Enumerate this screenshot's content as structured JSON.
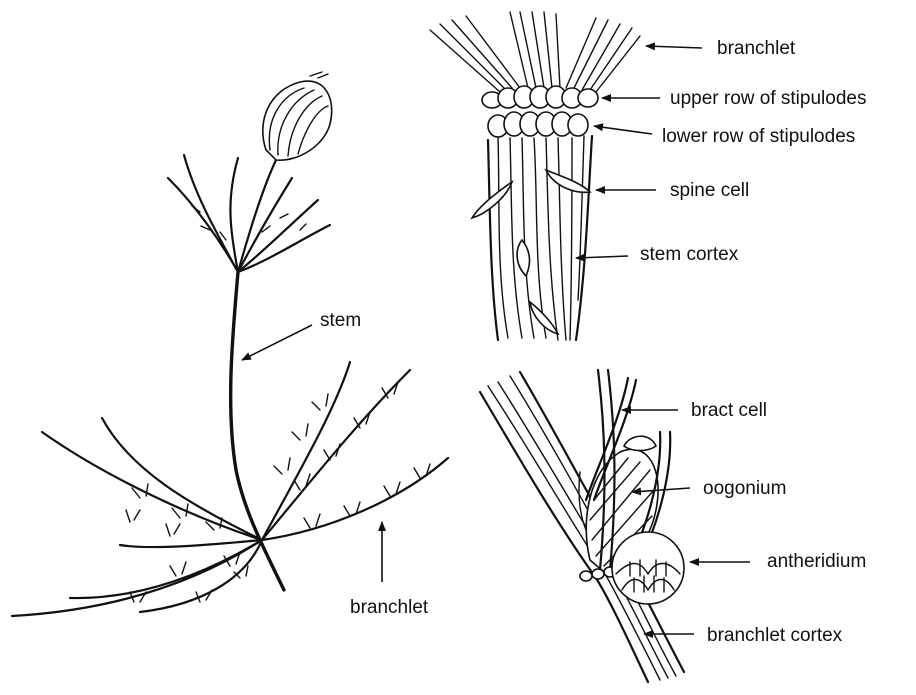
{
  "labels": {
    "stem": "stem",
    "branchlet_left": "branchlet",
    "branchlet_top": "branchlet",
    "upper_stipulodes": "upper row of stipulodes",
    "lower_stipulodes": "lower row of stipulodes",
    "spine_cell": "spine cell",
    "stem_cortex": "stem cortex",
    "bract_cell": "bract cell",
    "oogonium": "oogonium",
    "antheridium": "antheridium",
    "branchlet_cortex": "branchlet cortex"
  },
  "colors": {
    "ink": "#111111",
    "background": "#ffffff"
  }
}
